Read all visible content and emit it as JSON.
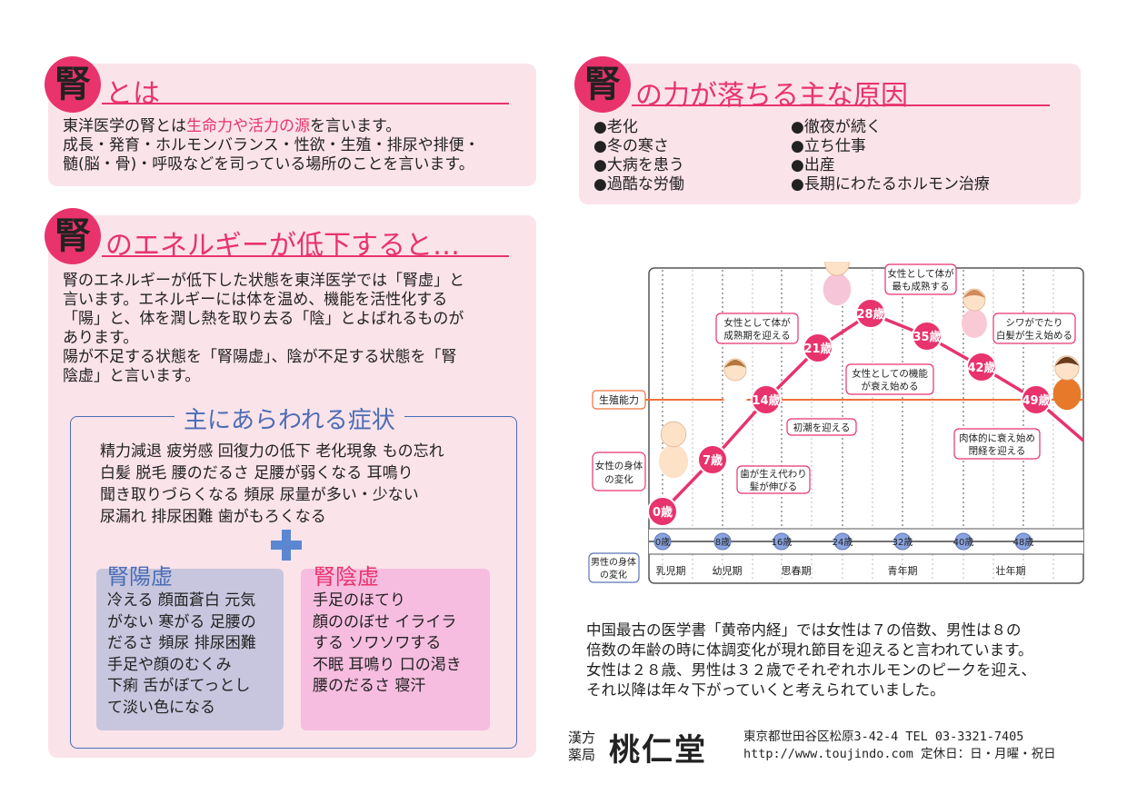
{
  "section1": {
    "badge": "腎",
    "heading": "とは",
    "text_before": "東洋医学の腎とは",
    "text_highlight": "生命力や活力の源",
    "text_after": "を言います。",
    "line2": "成長・発育・ホルモンバランス・性欲・生殖・排尿や排便・",
    "line3": "髄(脳・骨)・呼吸などを司っている場所のことを言います。"
  },
  "section2": {
    "badge": "腎",
    "heading": "のエネルギーが低下すると…",
    "lines": [
      "腎のエネルギーが低下した状態を東洋医学では「腎虚」と",
      "言います。エネルギーには体を温め、機能を活性化する",
      "「陽」と、体を潤し熱を取り去る「陰」とよばれるものが",
      "あります。",
      "陽が不足する状態を「腎陽虚」、陰が不足する状態を「腎",
      "陰虚」と言います。"
    ],
    "symptoms_title": "主にあらわれる症状",
    "symptoms": [
      "精力減退 疲労感 回復力の低下 老化現象 もの忘れ",
      "白髪 脱毛 腰のだるさ 足腰が弱くなる 耳鳴り",
      "聞き取りづらくなる 頻尿 尿量が多い・少ない",
      "尿漏れ 排尿困難 歯がもろくなる"
    ],
    "yang": {
      "title": "腎陽虚",
      "lines": [
        "冷える 顔面蒼白 元気",
        "がない 寒がる 足腰の",
        "だるさ 頻尿 排尿困難",
        "手足や顔のむくみ",
        "下痢 舌がぼてっとし",
        "て淡い色になる"
      ]
    },
    "yin": {
      "title": "腎陰虚",
      "lines": [
        "手足のほてり",
        "顔ののぼせ イライラ",
        "する ソワソワする",
        "不眠 耳鳴り 口の渇き",
        "腰のだるさ 寝汗"
      ]
    }
  },
  "section3": {
    "badge": "腎",
    "heading": "の力が落ちる主な原因",
    "causes_left": [
      "●老化",
      "●冬の寒さ",
      "●大病を患う",
      "●過酷な労働"
    ],
    "causes_right": [
      "●徹夜が続く",
      "●立ち仕事",
      "●出産",
      "●長期にわたるホルモン治療"
    ]
  },
  "chart_data": {
    "type": "line",
    "series": [
      {
        "x": [
          0,
          7,
          14,
          21,
          28,
          35,
          42,
          49
        ],
        "values": [
          0,
          7,
          14,
          21,
          28,
          35,
          42,
          49
        ],
        "labels": [
          "0歳",
          "7歳",
          "14歳",
          "21歳",
          "28歳",
          "35歳",
          "42歳",
          "49歳"
        ]
      }
    ],
    "male_ages": [
      "0歳",
      "8歳",
      "16歳",
      "24歳",
      "32歳",
      "40歳",
      "48歳"
    ],
    "stages": [
      "乳児期",
      "幼児期",
      "思春期",
      "青年期",
      "壮年期"
    ],
    "side_labels": {
      "fertility": "生殖能力",
      "female": "女性の身体の変化",
      "male": "男性の身体の変化"
    },
    "annotations": [
      {
        "age": 7,
        "lines": [
          "歯が生え代わり",
          "髪が伸びる"
        ]
      },
      {
        "age": 14,
        "lines": [
          "初潮を迎える"
        ]
      },
      {
        "age": 21,
        "lines": [
          "女性として体が",
          "成熟期を迎える"
        ]
      },
      {
        "age": 28,
        "lines": [
          "女性として体が",
          "最も成熟する"
        ]
      },
      {
        "age": 35,
        "lines": [
          "女性としての機能",
          "が衰え始める"
        ]
      },
      {
        "age": 42,
        "lines": [
          "シワがでたり",
          "白髪が生え始める"
        ]
      },
      {
        "age": 49,
        "lines": [
          "肉体的に衰え始め",
          "閉経を迎える"
        ]
      }
    ],
    "colors": {
      "curve": "#e8336d",
      "fertility_line": "#f0703a",
      "male_node": "#8aa3df"
    }
  },
  "footnote": [
    "中国最古の医学書「黄帝内経」では女性は７の倍数、男性は８の",
    "倍数の年齢の時に体調変化が現れ節目を迎えると言われています。",
    "女性は２８歳、男性は３２歳でそれぞれホルモンのピークを迎え、",
    "それ以降は年々下がっていくと考えられていました。"
  ],
  "shop": {
    "small1": "漢方",
    "small2": "薬局",
    "name": "桃仁堂",
    "address": "東京都世田谷区松原3-42-4 TEL 03-3321-7405",
    "url_hours": "http://www.toujindo.com 定休日：日・月曜・祝日"
  },
  "colors": {
    "accent": "#e8336d",
    "panel": "#fbe3ea",
    "blue": "#4a6db5",
    "yang_box": "#c8c6de",
    "yin_box": "#f6bde0"
  }
}
